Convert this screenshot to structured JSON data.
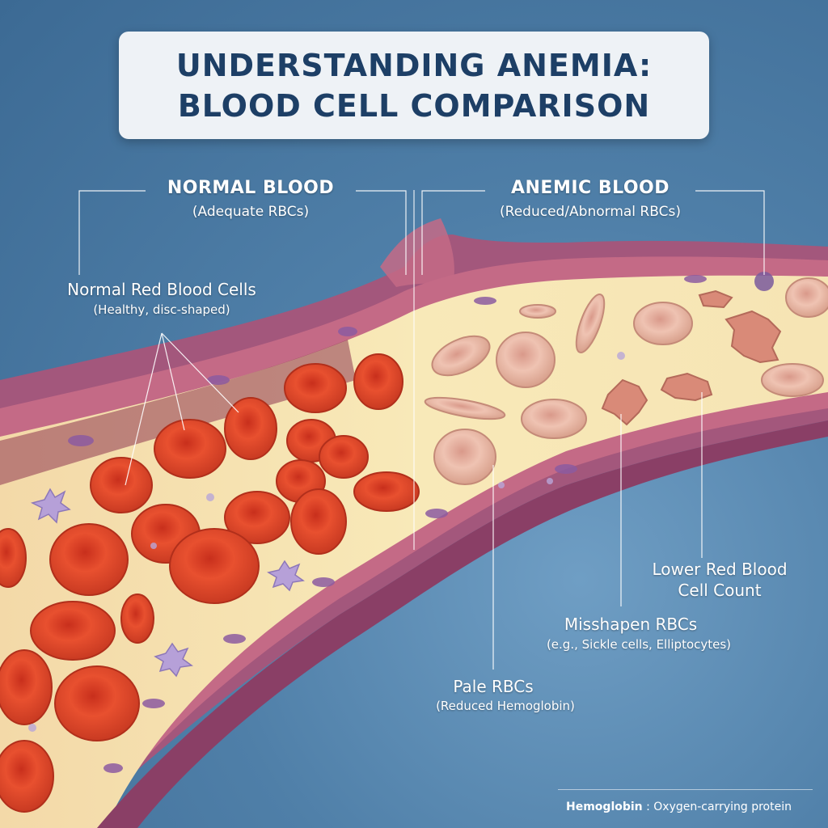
{
  "title": {
    "line1": "UNDERSTANDING ANEMIA:",
    "line2": "BLOOD CELL COMPARISON"
  },
  "normal": {
    "heading": "NORMAL BLOOD",
    "subheading": "(Adequate RBCs)",
    "callout_label": "Normal Red Blood Cells",
    "callout_sub": "(Healthy, disc-shaped)"
  },
  "anemic": {
    "heading": "ANEMIC BLOOD",
    "subheading": "(Reduced/Abnormal RBCs)",
    "lower_count_line1": "Lower Red Blood",
    "lower_count_line2": "Cell Count",
    "misshapen_label": "Misshapen RBCs",
    "misshapen_sub": "(e.g., Sickle cells, Elliptocytes)",
    "pale_label": "Pale RBCs",
    "pale_sub": "(Reduced Hemoglobin)"
  },
  "footer": {
    "term": "Hemoglobin",
    "separator": " : ",
    "definition": "Oxygen-carrying protein"
  },
  "colors": {
    "background": "#4f7fa8",
    "title_text": "#1d3f66",
    "vessel_wall": "#b0587a",
    "normal_rbc": "#e0452a",
    "pale_rbc": "#e8b3a0",
    "plasma": "#f6e7b0"
  }
}
